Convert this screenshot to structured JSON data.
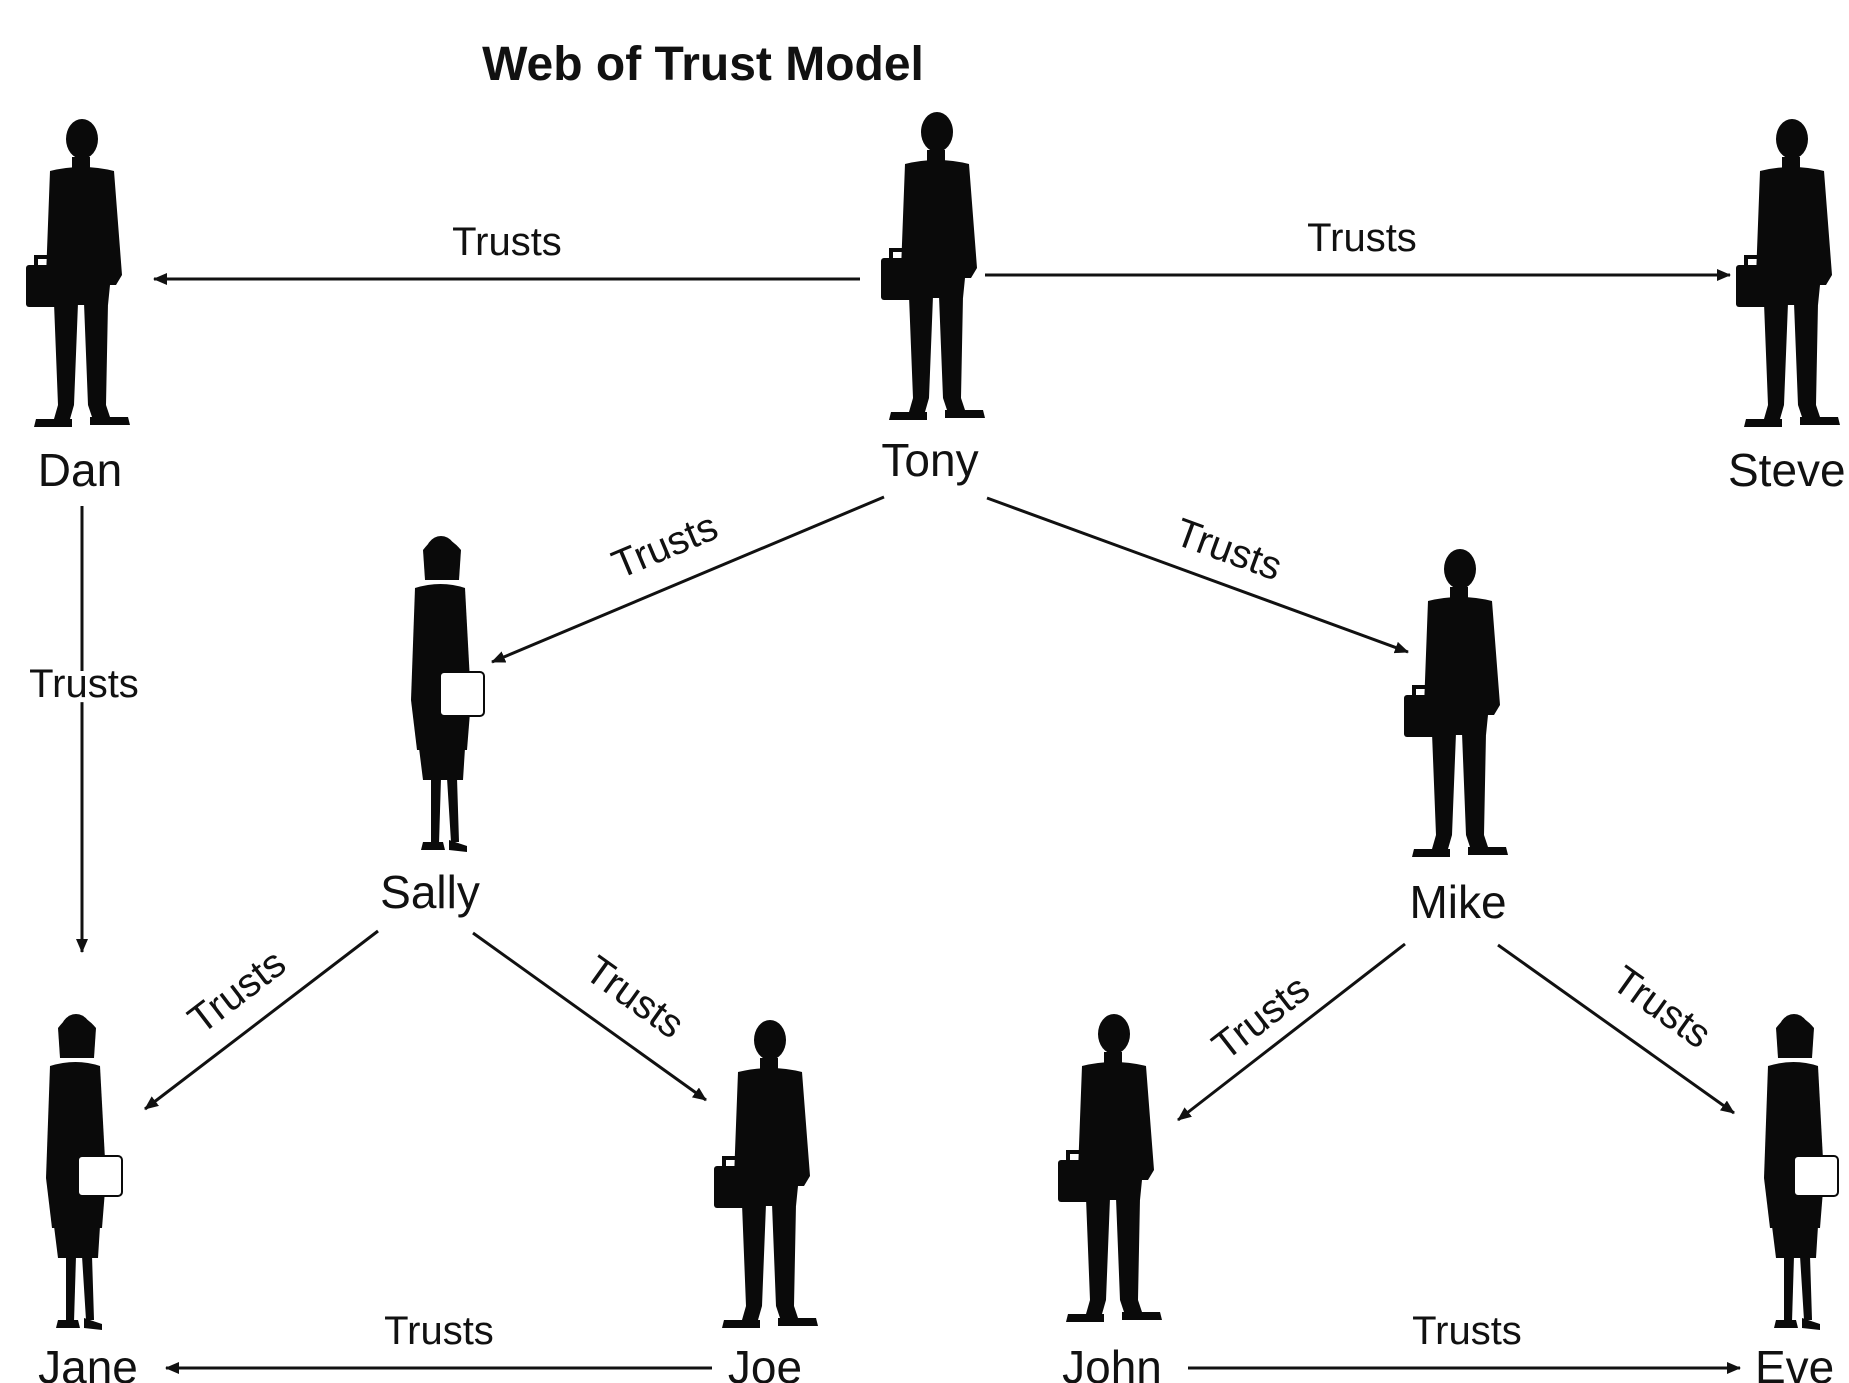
{
  "diagram": {
    "title": "Web of Trust Model",
    "people": [
      {
        "id": "dan",
        "name": "Dan",
        "figure": "man"
      },
      {
        "id": "tony",
        "name": "Tony",
        "figure": "man"
      },
      {
        "id": "steve",
        "name": "Steve",
        "figure": "man"
      },
      {
        "id": "sally",
        "name": "Sally",
        "figure": "woman"
      },
      {
        "id": "mike",
        "name": "Mike",
        "figure": "man"
      },
      {
        "id": "jane",
        "name": "Jane",
        "figure": "woman"
      },
      {
        "id": "joe",
        "name": "Joe",
        "figure": "man"
      },
      {
        "id": "john",
        "name": "John",
        "figure": "man"
      },
      {
        "id": "eve",
        "name": "Eve",
        "figure": "woman"
      }
    ],
    "relations": [
      {
        "from": "Tony",
        "to": "Dan",
        "label": "Trusts"
      },
      {
        "from": "Tony",
        "to": "Steve",
        "label": "Trusts"
      },
      {
        "from": "Tony",
        "to": "Sally",
        "label": "Trusts"
      },
      {
        "from": "Tony",
        "to": "Mike",
        "label": "Trusts"
      },
      {
        "from": "Dan",
        "to": "Jane",
        "label": "Trusts"
      },
      {
        "from": "Sally",
        "to": "Jane",
        "label": "Trusts"
      },
      {
        "from": "Sally",
        "to": "Joe",
        "label": "Trusts"
      },
      {
        "from": "Mike",
        "to": "John",
        "label": "Trusts"
      },
      {
        "from": "Mike",
        "to": "Eve",
        "label": "Trusts"
      },
      {
        "from": "Joe",
        "to": "Jane",
        "label": "Trusts"
      },
      {
        "from": "John",
        "to": "Eve",
        "label": "Trusts"
      }
    ]
  }
}
